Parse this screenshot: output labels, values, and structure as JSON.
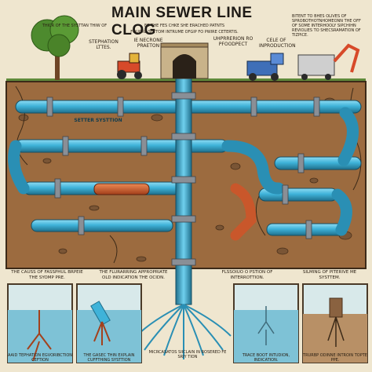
{
  "title": "MAIN SEWER LINE CLOG",
  "header_notes": {
    "top_line_left": "THICR OF THE SYSTTAN THIW OF",
    "top_line_mid": "FO THE FES CHKE SHE ERACHED PATNTS",
    "top_line_right": "FOUQRE SETTOM INTRUME OFGIP FO PWIRE CETERTIS."
  },
  "callouts": {
    "stephation_label": "STEPHATION LTTES.",
    "ie_necrone": "IE NECRONE PRAETON",
    "uhprrenon": "UHPRRERION RO PFOODPECT",
    "cele_inproduction": "CELE OF INPRODUCTION",
    "right_notes": "BITENT TO BHES OLIVES OF SPROBOTHOTNHOMEONN THE OFF OF SOME INTERHOOLY SIPCHIHN REVIOLIES TO SHECSRAMATION OF TIZPICE.",
    "setter_system": "SETTER SYSTTION"
  },
  "lower_captions": {
    "left": "THE CAUSS OF FASSPHUL BRPEIE THE SYOMP PRE.",
    "middle": "THE FLURARRING APPROPRIATE OLD INDICATION THE OCIDN.",
    "center_right": "FLSSOIUO O PSTION OF INTERROTTION.",
    "right": "SILMING OF PITERIVE ME SYSTTEM."
  },
  "panels": [
    {
      "caption": "AAID TEPHATION EGVORIBCTION CEFTION"
    },
    {
      "caption": "THE GASEC THIN EXPLAIN CUFFTHING SYSTTION"
    },
    {
      "caption": "MICRCASATOS SIICLAIN IN ROSERED FE SRIY TION"
    },
    {
      "caption": "TRACE BOOT INTUDION, INDICATION."
    },
    {
      "caption": "TRURBP ODINNE INTROIN TOPTE PPE."
    }
  ],
  "icons": [
    "tree-icon",
    "tractor-icon",
    "tunnel-gate-icon",
    "truck-icon",
    "excavator-icon",
    "root-icon",
    "water-splash-icon"
  ],
  "colors": {
    "pipe_blue": "#3fb3d9",
    "pipe_dark": "#1f6f8c",
    "soil": "#9c6b3f",
    "soil_dark": "#6e4526",
    "fitting": "#8a8f96",
    "rust": "#c9572b",
    "paper": "#efe6cf"
  }
}
